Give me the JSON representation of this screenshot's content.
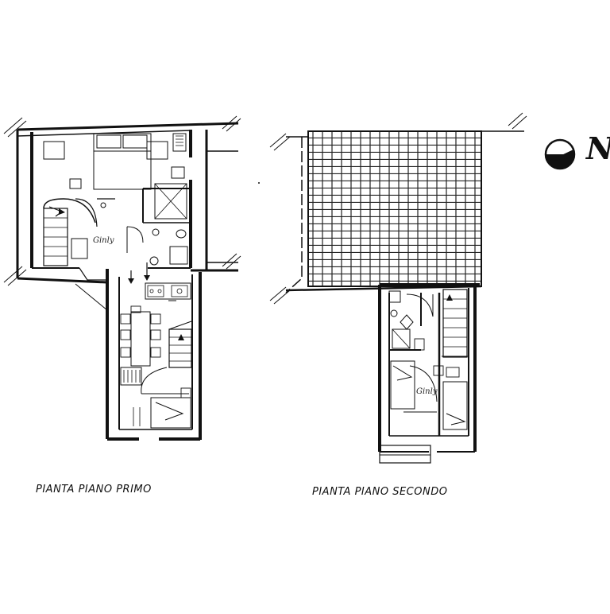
{
  "plans": [
    {
      "name": "first-floor",
      "label": "PIANTA PIANO PRIMO",
      "room_note": "Ginly"
    },
    {
      "name": "second-floor",
      "label": "PIANTA PIANO SECONDO",
      "room_note": "Ginly"
    }
  ],
  "north": {
    "letter": "N"
  }
}
